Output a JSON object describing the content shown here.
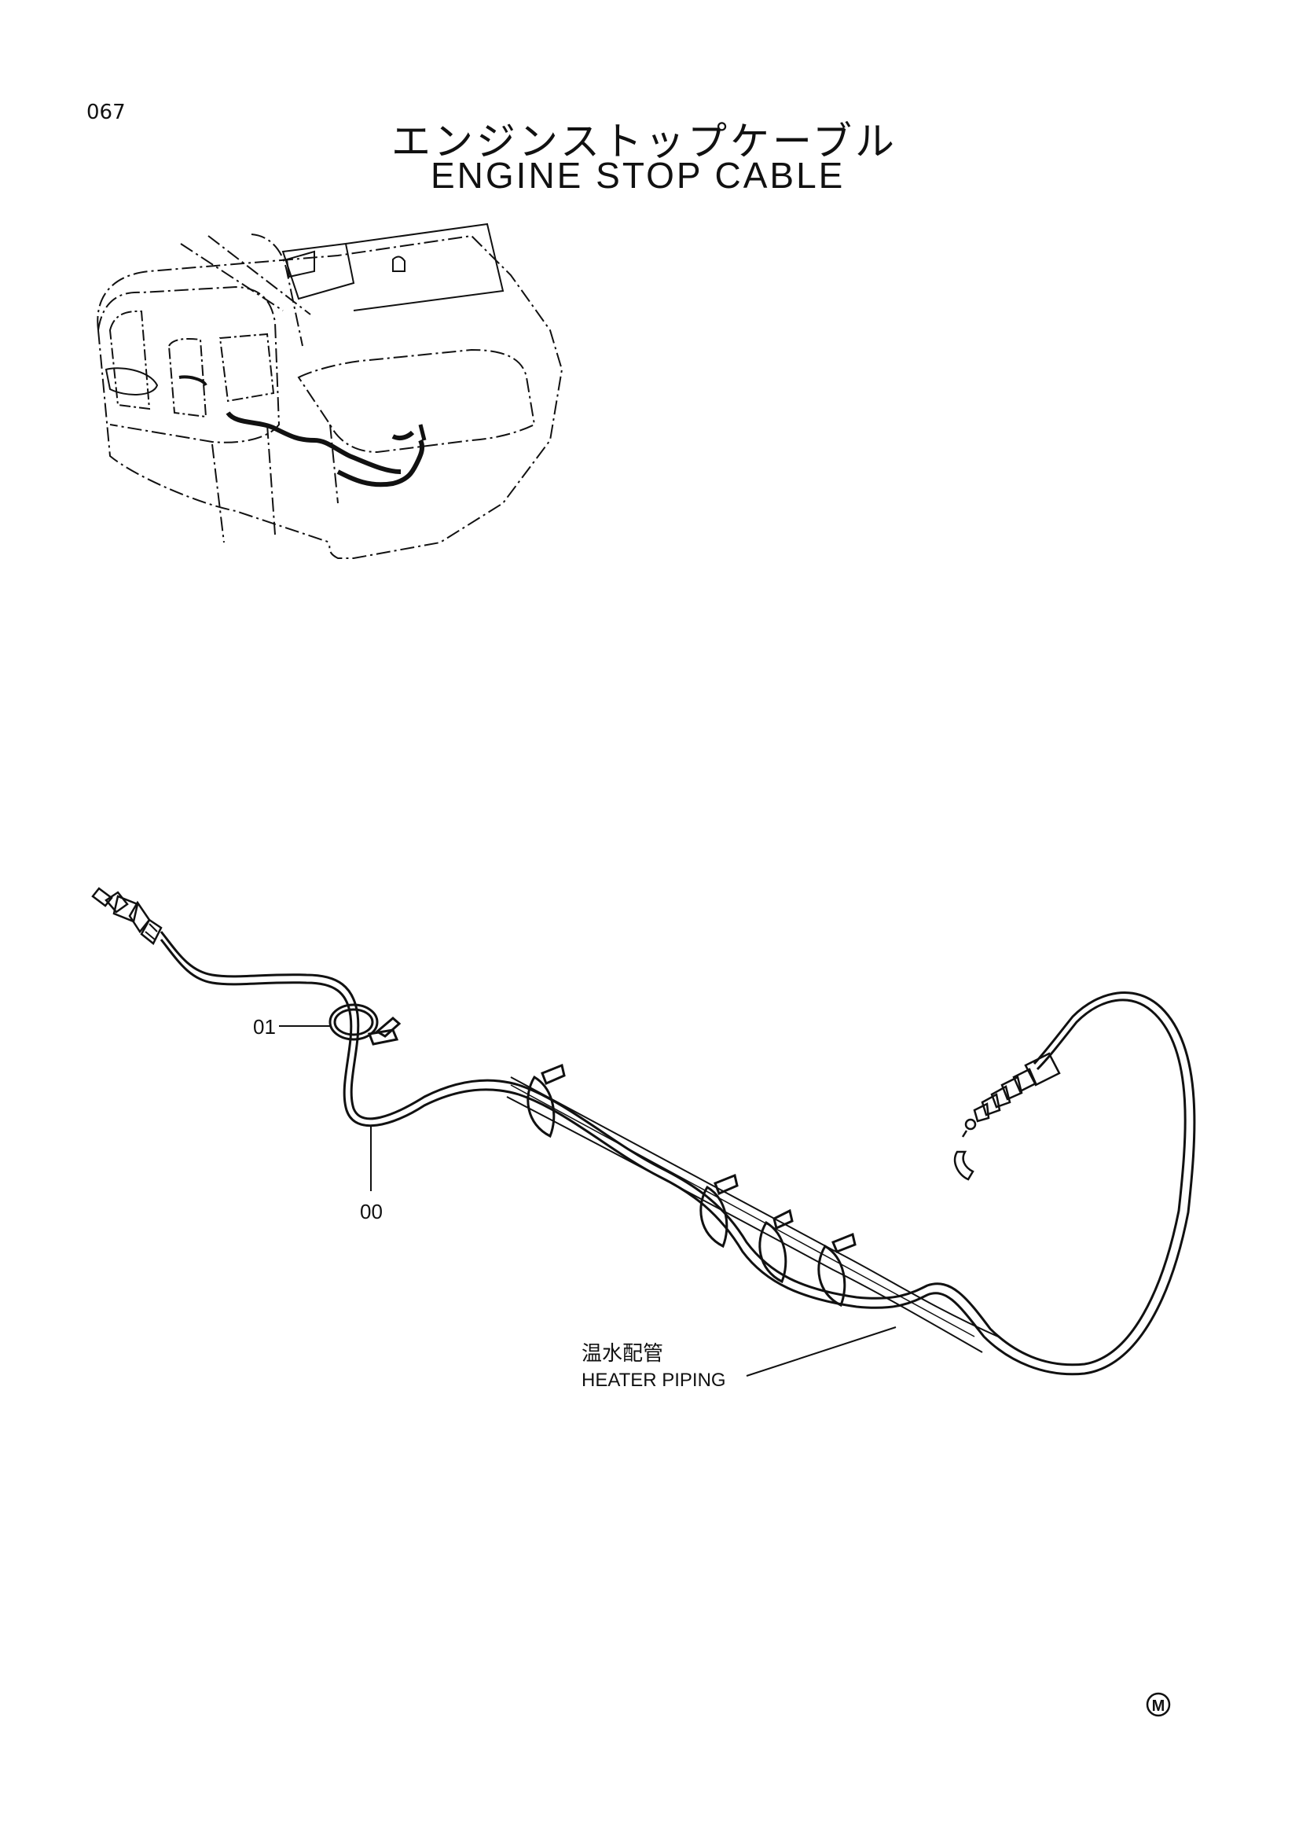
{
  "header": {
    "page_number": "067",
    "title_japanese": "エンジンストップケーブル",
    "title_english": "ENGINE STOP CABLE"
  },
  "callouts": [
    {
      "id": "01"
    },
    {
      "id": "00"
    }
  ],
  "heater_label": {
    "japanese": "温水配管",
    "english": "HEATER PIPING"
  },
  "mark": "M"
}
